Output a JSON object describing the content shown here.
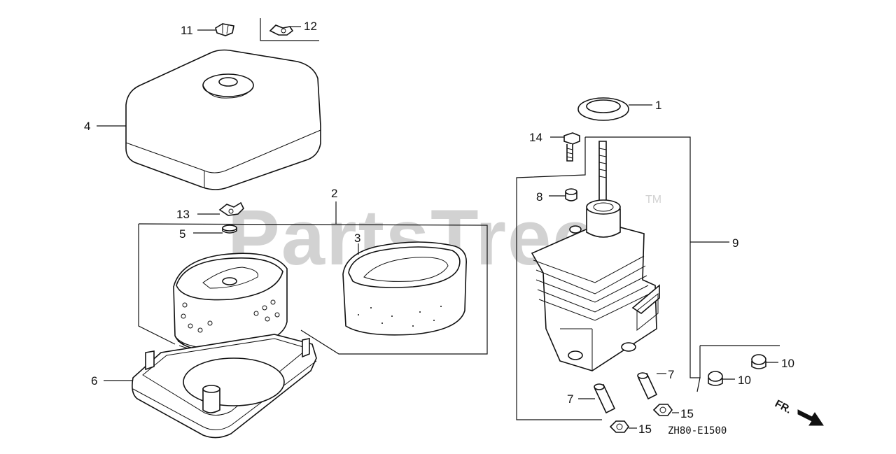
{
  "watermark": {
    "text": "PartsTree",
    "trademark": "TM"
  },
  "diagram_ref": "ZH80-E1500",
  "direction_label": "FR.",
  "callouts": {
    "c1": "1",
    "c2": "2",
    "c3": "3",
    "c4": "4",
    "c5": "5",
    "c6": "6",
    "c7a": "7",
    "c7b": "7",
    "c8": "8",
    "c9": "9",
    "c10a": "10",
    "c10b": "10",
    "c11": "11",
    "c12": "12",
    "c13": "13",
    "c14": "14",
    "c15a": "15",
    "c15b": "15"
  },
  "colors": {
    "line": "#111111",
    "watermark": "#d2d2d2",
    "background": "#ffffff"
  }
}
